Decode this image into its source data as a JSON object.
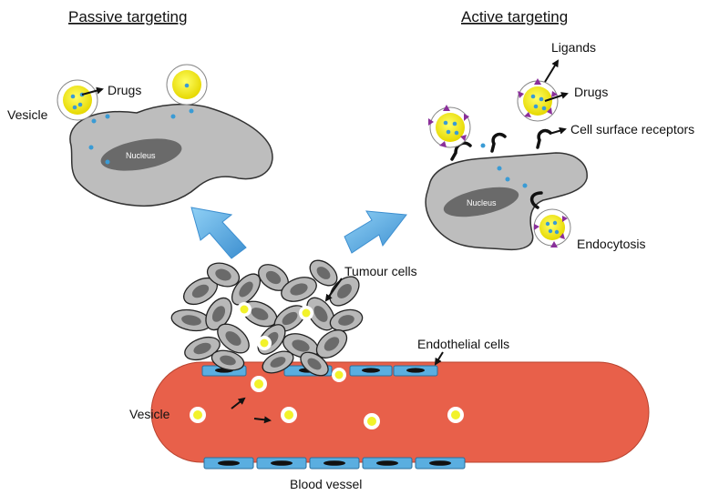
{
  "titles": {
    "passive": "Passive targeting",
    "active": "Active targeting"
  },
  "labels": {
    "vesicle_top": "Vesicle",
    "drugs_passive": "Drugs",
    "nucleus_passive": "Nucleus",
    "ligands": "Ligands",
    "drugs_active": "Drugs",
    "cell_surface_receptors": "Cell surface receptors",
    "nucleus_active": "Nucleus",
    "endocytosis": "Endocytosis",
    "tumour_cells": "Tumour cells",
    "endothelial_cells": "Endothelial cells",
    "vesicle_bottom": "Vesicle",
    "blood_vessel": "Blood vessel"
  },
  "colors": {
    "blood": "#e8604a",
    "endothelial": "#5aaee0",
    "cell_gray": "#b8b8b8",
    "nucleus": "#6a6a6a",
    "vesicle_fill": "#f2f22a",
    "drug_dot": "#3a9bd5",
    "ligand": "#8a2f9a",
    "receptor": "#111111",
    "arrow_blue": "#4aa6e0"
  }
}
